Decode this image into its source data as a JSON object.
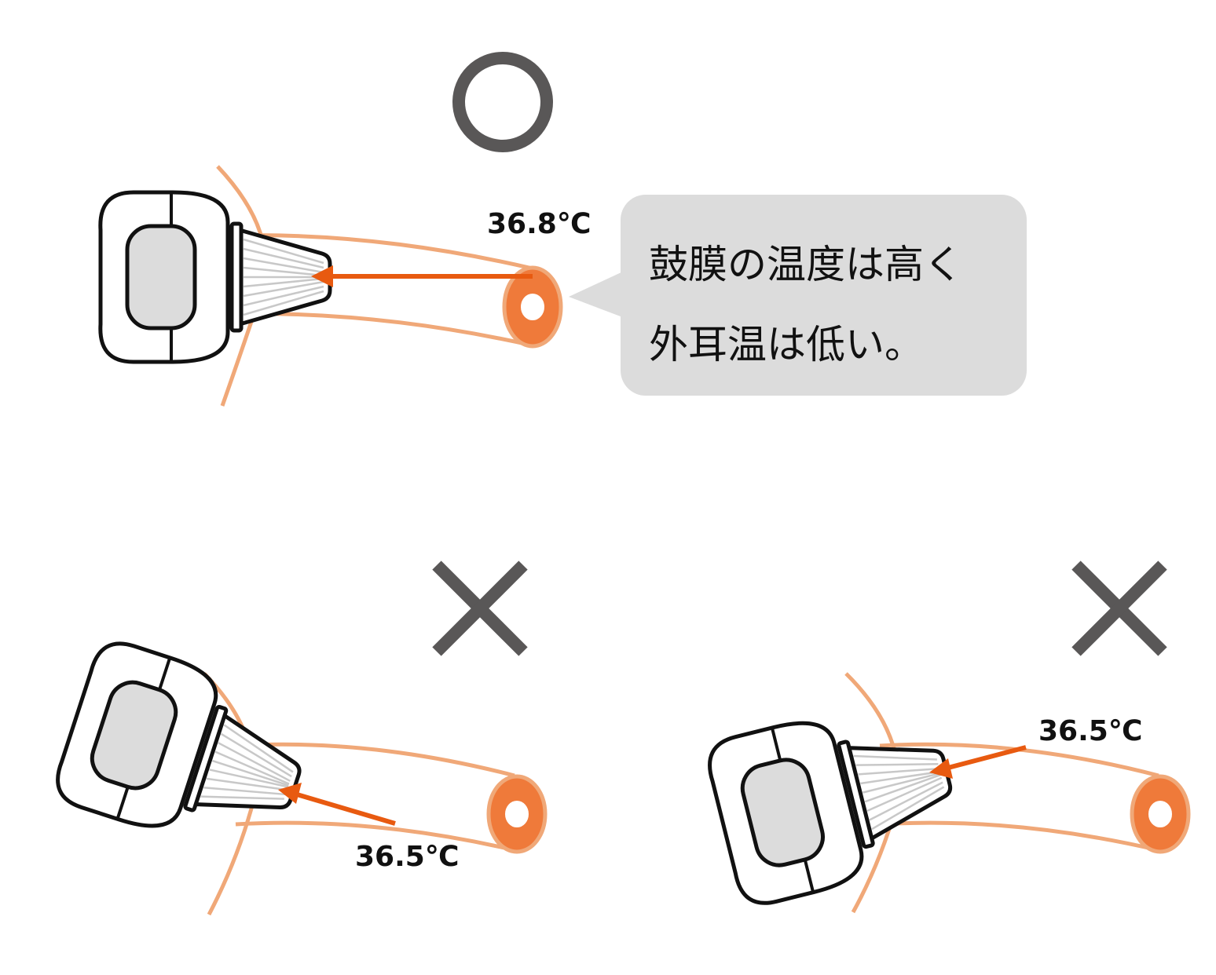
{
  "panels": {
    "correct": {
      "mark": "circle-mark",
      "temperature": "36.8℃",
      "callout_lines": [
        "鼓膜の温度は高く",
        "外耳温は低い。"
      ]
    },
    "wrong_left": {
      "mark": "cross-mark",
      "temperature": "36.5℃"
    },
    "wrong_right": {
      "mark": "cross-mark",
      "temperature": "36.5℃"
    }
  },
  "colors": {
    "mark": "#595757",
    "canal": "#f0a878",
    "eardrum": "#ef7a3a",
    "arrow": "#e85a10",
    "bubble": "#dcdcdc",
    "screen": "#dcdcdc"
  }
}
